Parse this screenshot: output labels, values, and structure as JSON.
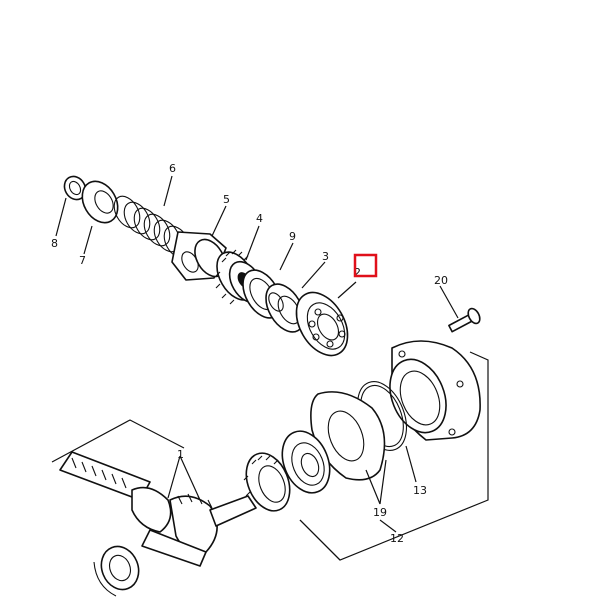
{
  "callouts": {
    "c1": "1",
    "c2": "2",
    "c3": "3",
    "c4": "4",
    "c5": "5",
    "c6": "6",
    "c7": "7",
    "c8": "8",
    "c9": "9",
    "c12": "12",
    "c13": "13",
    "c19": "19",
    "c20": "20"
  },
  "highlight_color": "#e0101a",
  "line_color": "#111111"
}
